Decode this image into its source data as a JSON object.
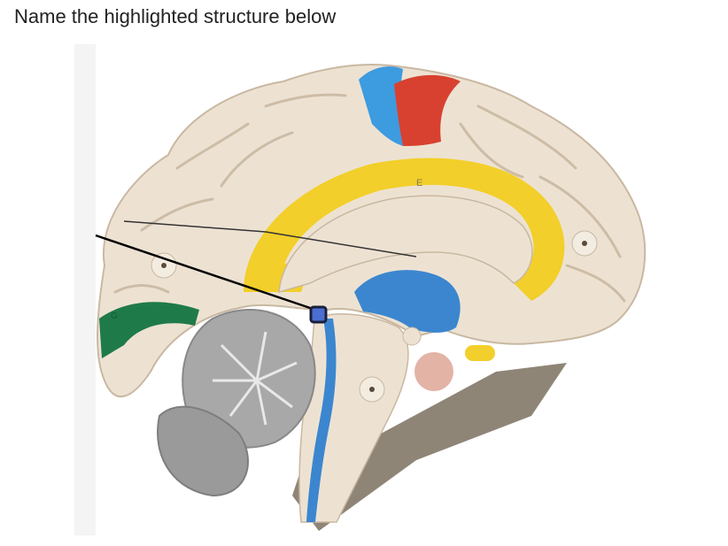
{
  "question": {
    "text": "Name the highlighted structure below"
  },
  "figure": {
    "description_icon": "brain-model-midsagittal",
    "labels": {
      "region_e": "E",
      "region_g": "G"
    },
    "colors": {
      "background_panel": "#f6f6f6",
      "brain_tissue": "#ede2d2",
      "brain_outline": "#c9b8a2",
      "cingulate_yellow": "#f2cf2a",
      "ventricle_blue": "#3b86cf",
      "motor_red": "#d8412f",
      "sensory_blue": "#3d9be0",
      "visual_green": "#1f7a4a",
      "cerebellum_gray": "#a8a8a8",
      "pituitary_pink": "#e3b3a6",
      "highlight": "#1b1f3a",
      "pointer": "#000000"
    }
  }
}
